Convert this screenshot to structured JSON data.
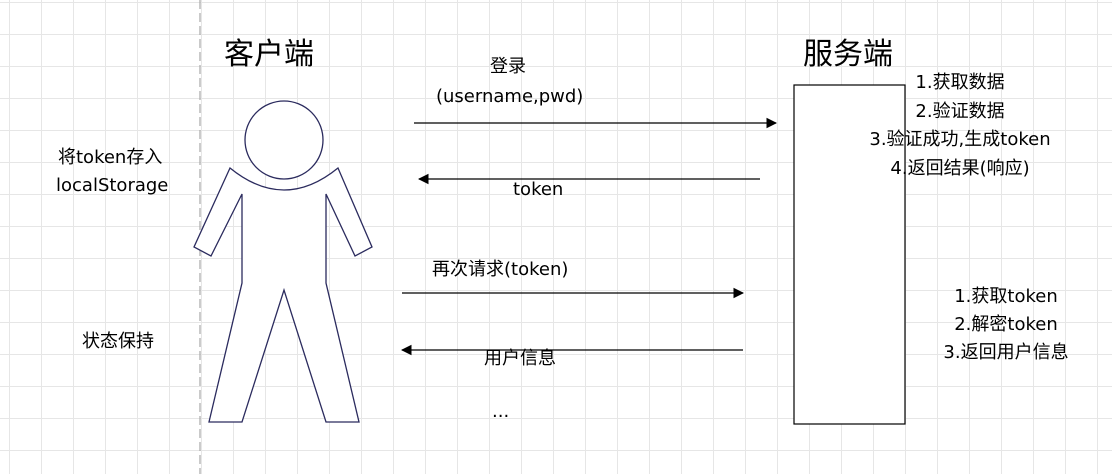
{
  "client": {
    "title": "客户端",
    "notes": [
      "将token存入",
      "localStorage",
      "状态保持"
    ]
  },
  "server": {
    "title": "服务端",
    "steps_login": [
      "1.获取数据",
      "2.验证数据",
      "3.验证成功,生成token",
      "4.返回结果(响应)"
    ],
    "steps_request": [
      "1.获取token",
      "2.解密token",
      "3.返回用户信息"
    ]
  },
  "messages": {
    "login_label": "登录",
    "login_params": "(username,pwd)",
    "token_return": "token",
    "request_again": "再次请求(token)",
    "user_info": "用户信息",
    "ellipsis": "..."
  },
  "colors": {
    "line": "#000000",
    "grid": "#e6e6e6",
    "figure_stroke": "#2b2b5e",
    "divider": "#a8a8a8"
  }
}
